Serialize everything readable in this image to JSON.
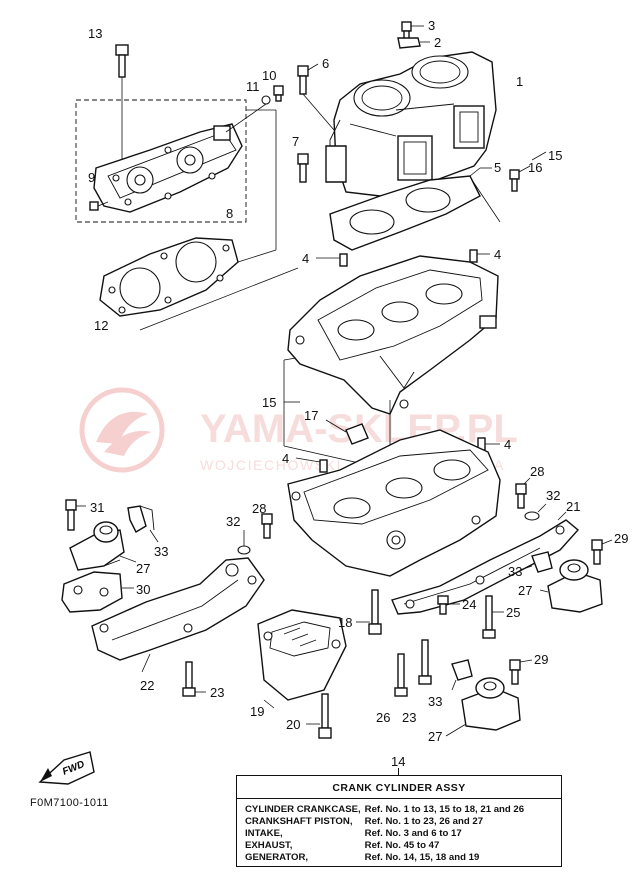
{
  "watermark": {
    "brand": "YAMA-SKLEP.PL",
    "tagline": "WOJCIECHOWSKI · CZĘŚCI · YAMAHA"
  },
  "figure_code": "F0M7100-1011",
  "fwd_label": "FWD",
  "callouts": [
    "1",
    "2",
    "3",
    "4",
    "5",
    "6",
    "7",
    "8",
    "9",
    "10",
    "11",
    "12",
    "13",
    "14",
    "15",
    "16",
    "17",
    "18",
    "19",
    "20",
    "21",
    "22",
    "23",
    "24",
    "25",
    "26",
    "27",
    "28",
    "29",
    "30",
    "31",
    "32",
    "33"
  ],
  "assembly": {
    "number": "14",
    "title": "CRANK  CYLINDER  ASSY",
    "rows": [
      {
        "name": "CYLINDER CRANKCASE,",
        "refs": "Ref. No. 1 to 13, 15 to 18, 21 and 26"
      },
      {
        "name": "CRANKSHAFT PISTON,",
        "refs": "Ref. No. 1 to 23, 26 and 27"
      },
      {
        "name": "INTAKE,",
        "refs": "Ref. No. 3 and 6 to 17"
      },
      {
        "name": "EXHAUST,",
        "refs": "Ref. No. 45 to 47"
      },
      {
        "name": "GENERATOR,",
        "refs": "Ref. No. 14, 15, 18 and 19"
      }
    ]
  }
}
